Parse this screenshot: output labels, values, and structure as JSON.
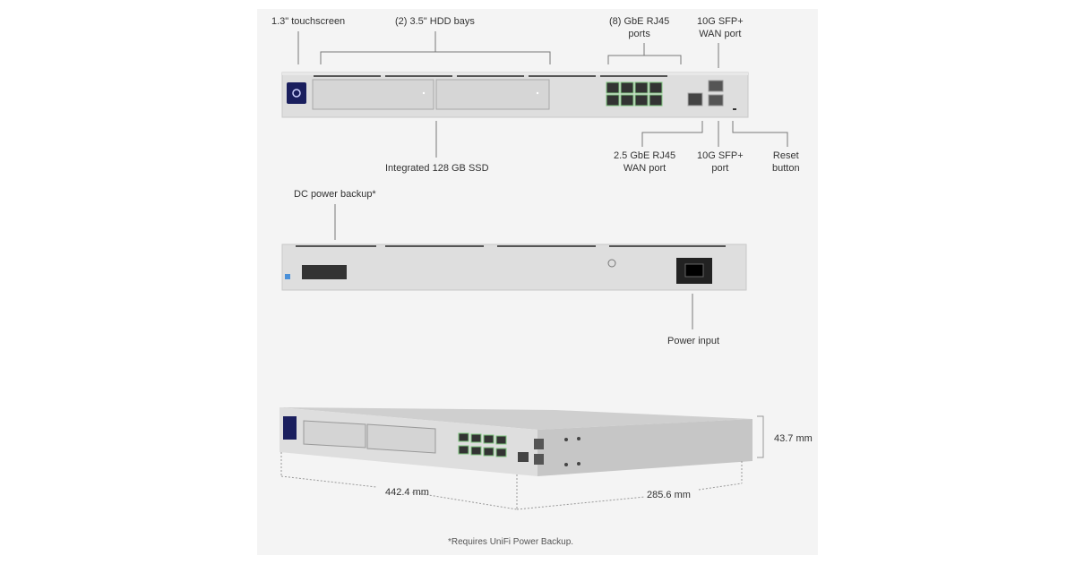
{
  "front_view": {
    "touchscreen": "1.3\" touchscreen",
    "hdd_bays": "(2) 3.5\" HDD bays",
    "rj45_ports": [
      "(8) GbE RJ45",
      "ports"
    ],
    "sfp_wan": [
      "10G SFP+",
      "WAN port"
    ],
    "ssd": "Integrated 128 GB SSD",
    "rj45_wan": [
      "2.5 GbE RJ45",
      "WAN port"
    ],
    "sfp_port": [
      "10G SFP+",
      "port"
    ],
    "reset": [
      "Reset",
      "button"
    ]
  },
  "rear_view": {
    "dc_backup": "DC power backup*",
    "power_input": "Power input"
  },
  "dimensions": {
    "height": "43.7 mm",
    "width": "442.4 mm",
    "depth": "285.6 mm"
  },
  "footnote": "*Requires UniFi Power Backup.",
  "colors": {
    "panel_bg": "#f4f4f4",
    "device": "#dcdcdc",
    "port_led": "#7fc77f",
    "screen": "#1a1f5e"
  }
}
